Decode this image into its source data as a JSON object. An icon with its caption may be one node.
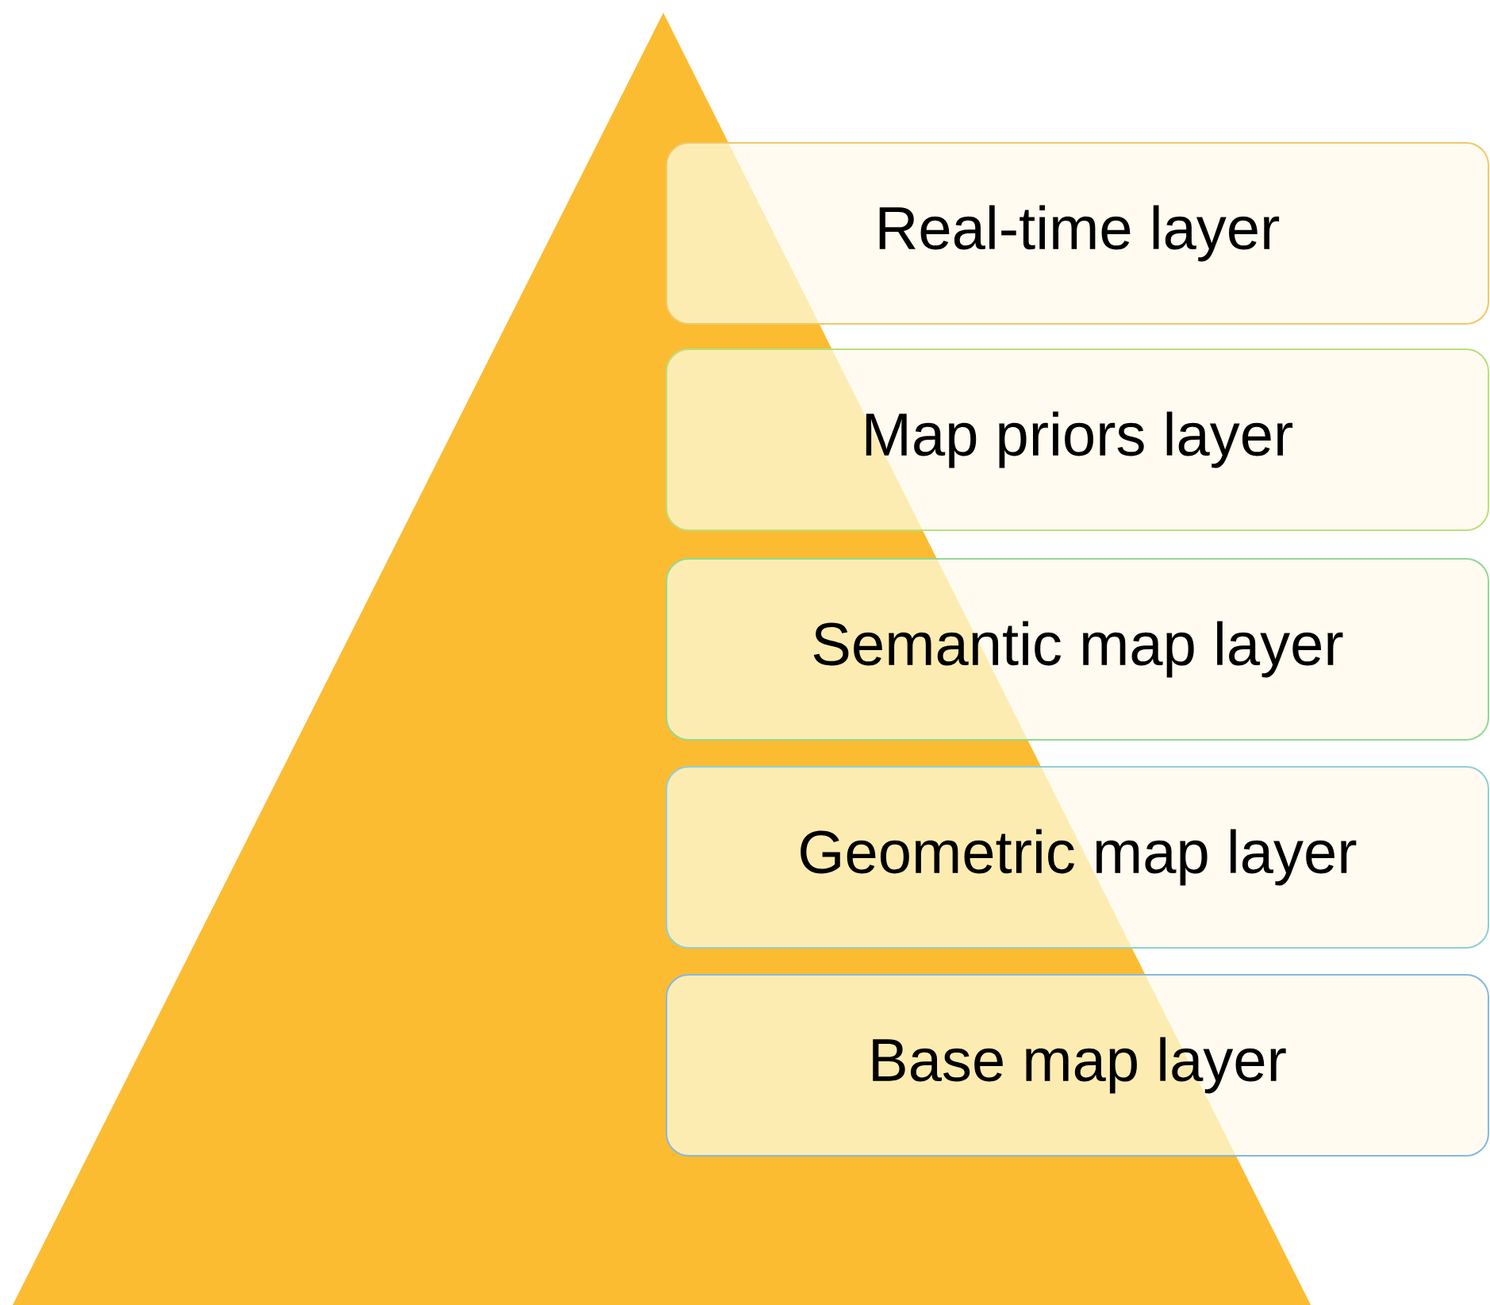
{
  "diagram": {
    "nodes": [
      {
        "text": [
          "Real-time layer"
        ]
      },
      {
        "text": [
          "Map priors layer"
        ]
      },
      {
        "text": [
          "Semantic map layer"
        ]
      },
      {
        "text": [
          "Geometric map layer"
        ]
      },
      {
        "text": [
          "Base map layer"
        ]
      }
    ]
  }
}
